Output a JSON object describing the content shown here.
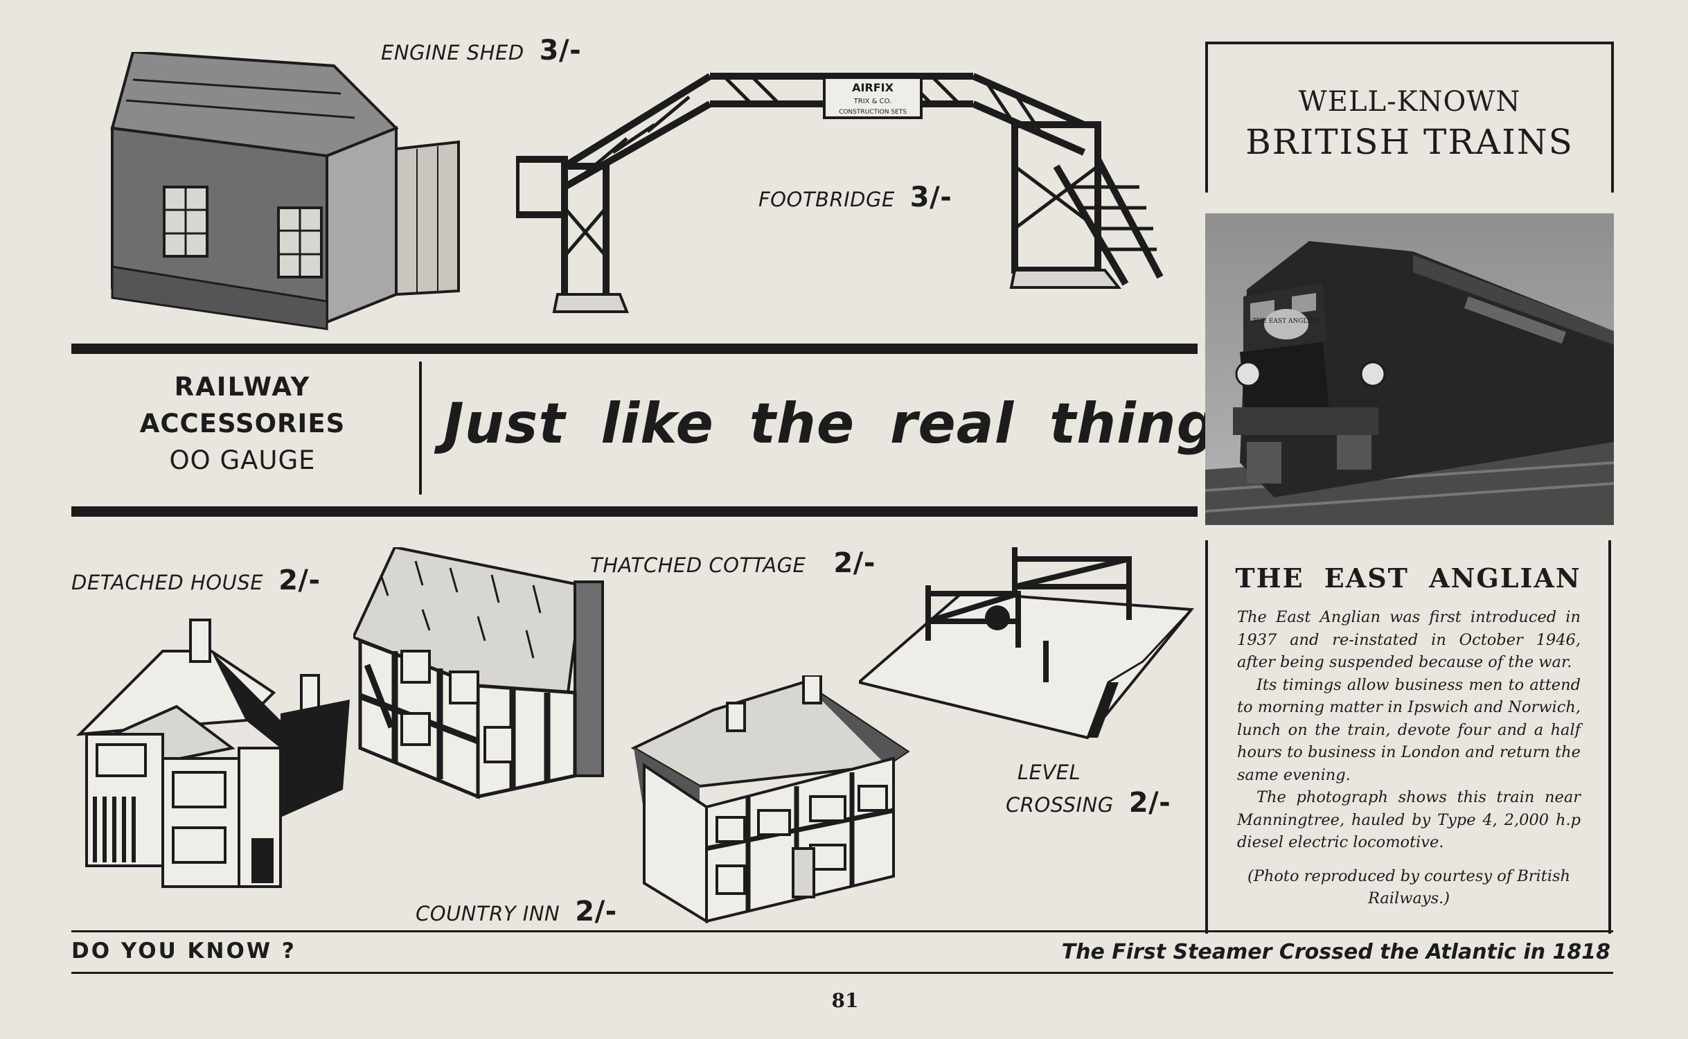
{
  "items": {
    "engine_shed": {
      "name": "ENGINE SHED",
      "price": "3/-"
    },
    "footbridge": {
      "name": "FOOTBRIDGE",
      "price": "3/-",
      "sign_lines": [
        "AIRFIX",
        "TRIX & CO.",
        "CONSTRUCTION SETS"
      ]
    },
    "detached_house": {
      "name": "DETACHED HOUSE",
      "price": "2/-"
    },
    "thatched_cottage": {
      "name": "THATCHED COTTAGE",
      "price": "2/-"
    },
    "country_inn": {
      "name": "COUNTRY INN",
      "price": "2/-"
    },
    "level_crossing": {
      "name_line1": "LEVEL",
      "name_line2": "CROSSING",
      "price": "2/-"
    }
  },
  "banner": {
    "category_line1": "RAILWAY",
    "category_line2": "ACCESSORIES",
    "category_line3": "OO GAUGE",
    "slogan": "Just like the real thing !"
  },
  "sidebar": {
    "heading_line1": "WELL-KNOWN",
    "heading_line2": "BRITISH TRAINS",
    "photo_headboard": "THE EAST ANGLIAN",
    "train_title": "THE EAST ANGLIAN",
    "paragraph1": "The East Anglian was first introduced in 1937 and re-instated in October 1946, after being suspended because of the war.",
    "paragraph2": "Its timings allow business men to attend to morning matter in Ipswich and Norwich, lunch on the train, devote four and a half hours to business in London and return the same evening.",
    "paragraph3": "The photograph shows this train near Manningtree, hauled by Type 4, 2,000 h.p diesel electric locomotive.",
    "credit": "(Photo reproduced by courtesy of British Railways.)"
  },
  "footer": {
    "left": "DO YOU KNOW ?",
    "right": "The First Steamer Crossed the Atlantic in 1818",
    "page_number": "81"
  }
}
